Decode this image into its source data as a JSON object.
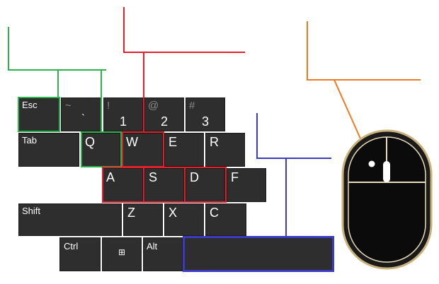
{
  "keys": {
    "esc": "Esc",
    "tilde_top": "~",
    "tilde_bottom": "`",
    "one_top": "!",
    "one_bottom": "1",
    "two_top": "@",
    "two_bottom": "2",
    "three_top": "#",
    "three_bottom": "3",
    "tab": "Tab",
    "q": "Q",
    "w": "W",
    "e": "E",
    "r": "R",
    "a": "A",
    "s": "S",
    "d": "D",
    "f": "F",
    "shift": "Shift",
    "z": "Z",
    "x": "X",
    "c": "C",
    "ctrl": "Ctrl",
    "win": "⊞",
    "alt": "Alt",
    "space": ""
  },
  "colors": {
    "green": "#2db34a",
    "red": "#e0202a",
    "blue": "#3b3bc4",
    "orange": "#f07a22",
    "key_bg": "#2e2e2e"
  }
}
